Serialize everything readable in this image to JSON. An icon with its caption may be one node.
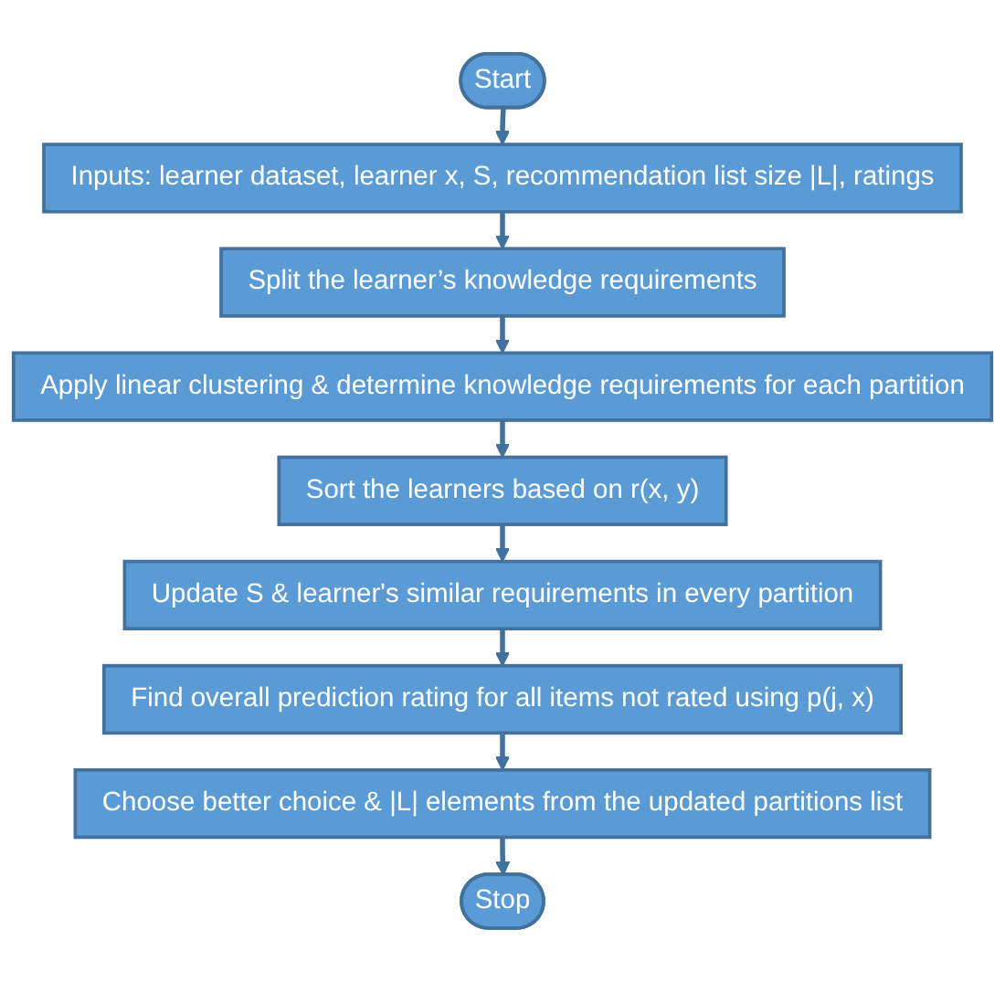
{
  "diagram": {
    "nodes": [
      {
        "text": [
          "Start"
        ]
      },
      {
        "text": [
          "Inputs: learner dataset, learner x, S, recommendation list size |L|, ratings"
        ]
      },
      {
        "text": [
          "Split the learner’s knowledge requirements"
        ]
      },
      {
        "text": [
          "Apply linear clustering & determine knowledge requirements for each partition"
        ]
      },
      {
        "text": [
          "Sort the learners based on r(x, y)"
        ]
      },
      {
        "text": [
          "Update S & learner's similar requirements in every partition"
        ]
      },
      {
        "text": [
          "Find overall prediction rating for all items not rated using p(j, x)"
        ]
      },
      {
        "text": [
          "Choose better choice & |L| elements from the updated partitions list"
        ]
      },
      {
        "text": [
          "Stop"
        ]
      }
    ],
    "edges": [
      {
        "from": 0,
        "to": 1,
        "arrow": "to"
      },
      {
        "from": 1,
        "to": 2,
        "arrow": "to"
      },
      {
        "from": 2,
        "to": 3,
        "arrow": "to"
      },
      {
        "from": 3,
        "to": 4,
        "arrow": "to"
      },
      {
        "from": 4,
        "to": 5,
        "arrow": "to"
      },
      {
        "from": 5,
        "to": 6,
        "arrow": "to"
      },
      {
        "from": 6,
        "to": 7,
        "arrow": "to"
      },
      {
        "from": 7,
        "to": 8,
        "arrow": "to"
      }
    ]
  }
}
